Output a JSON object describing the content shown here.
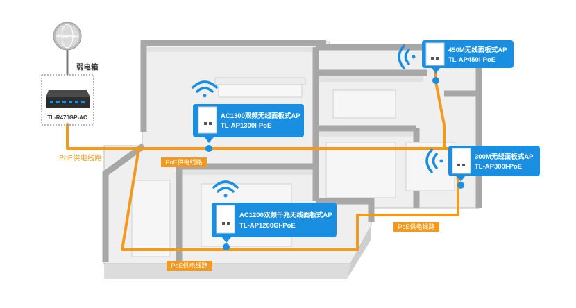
{
  "internet": {
    "label": "Internet"
  },
  "closet": {
    "label": "弱电箱"
  },
  "router": {
    "model": "TL-R470GP-AC"
  },
  "poe_main_label": "PoE供电线路",
  "poe_tags": [
    "PoE供电线路",
    "PoE供电线路",
    "PoE供电线路"
  ],
  "access_points": [
    {
      "line1": "AC1300双频无线面板式AP",
      "line2": "TL-AP1300I-PoE"
    },
    {
      "line1": "AC1200双频千兆无线面板式AP",
      "line2": "TL-AP1200GI-PoE"
    },
    {
      "line1": "450M无线面板式AP",
      "line2": "TL-AP450I-PoE"
    },
    {
      "line1": "300M无线面板式AP",
      "line2": "TL-AP300I-PoE"
    }
  ],
  "colors": {
    "poe_line": "#f39a1e",
    "callout": "#1a8ee0",
    "wall": "#a9a9a9",
    "floor": "#f1f1f1"
  }
}
